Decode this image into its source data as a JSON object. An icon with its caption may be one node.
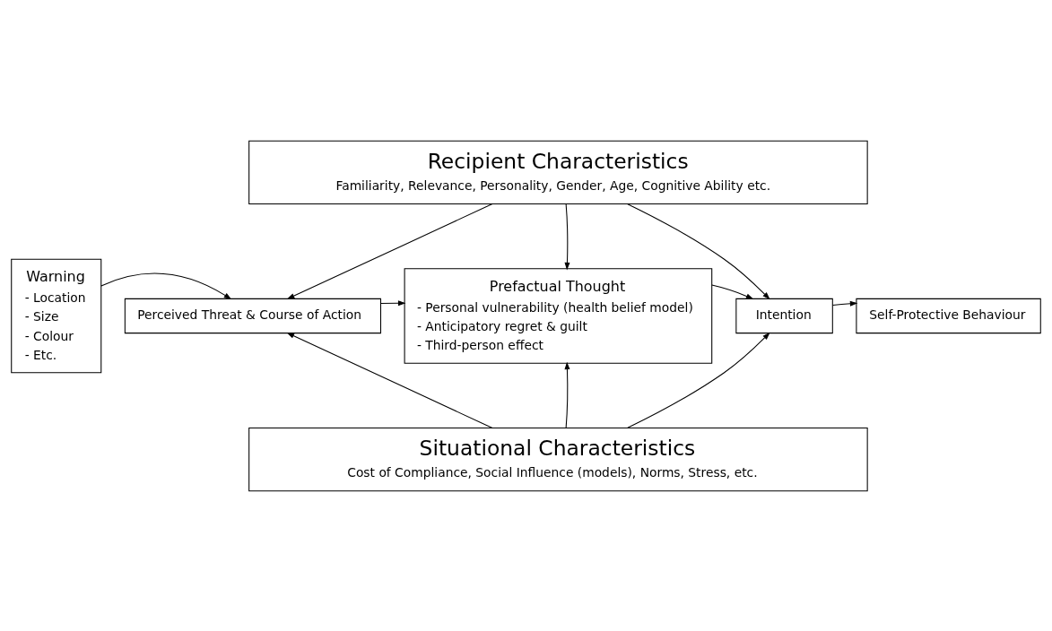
{
  "diagram": {
    "nodes": [
      {
        "text": [
          "Recipient Characteristics",
          "Familiarity, Relevance, Personality, Gender, Age, Cognitive Ability etc."
        ]
      },
      {
        "text": [
          "Warning",
          "- Location",
          "- Size",
          "- Colour",
          "- Etc."
        ]
      },
      {
        "text": [
          "Perceived Threat & Course of Action"
        ]
      },
      {
        "text": [
          "Prefactual Thought",
          "- Personal vulnerability (health belief model)",
          "- Anticipatory regret & guilt",
          "- Third-person effect"
        ]
      },
      {
        "text": [
          "Intention"
        ]
      },
      {
        "text": [
          "Self-Protective Behaviour"
        ]
      },
      {
        "text": [
          "Situational Characteristics",
          "Cost of Compliance, Social Influence (models), Norms, Stress, etc."
        ]
      }
    ],
    "edges": [
      {
        "from": 0,
        "to": 2,
        "arrow": "to"
      },
      {
        "from": 0,
        "to": 3,
        "arrow": "to"
      },
      {
        "from": 0,
        "to": 4,
        "arrow": "to"
      },
      {
        "from": 1,
        "to": 2,
        "arrow": "to"
      },
      {
        "from": 2,
        "to": 3,
        "arrow": "to"
      },
      {
        "from": 3,
        "to": 4,
        "arrow": "to"
      },
      {
        "from": 4,
        "to": 5,
        "arrow": "to"
      },
      {
        "from": 6,
        "to": 2,
        "arrow": "to"
      },
      {
        "from": 6,
        "to": 3,
        "arrow": "to"
      },
      {
        "from": 6,
        "to": 4,
        "arrow": "to"
      }
    ]
  }
}
